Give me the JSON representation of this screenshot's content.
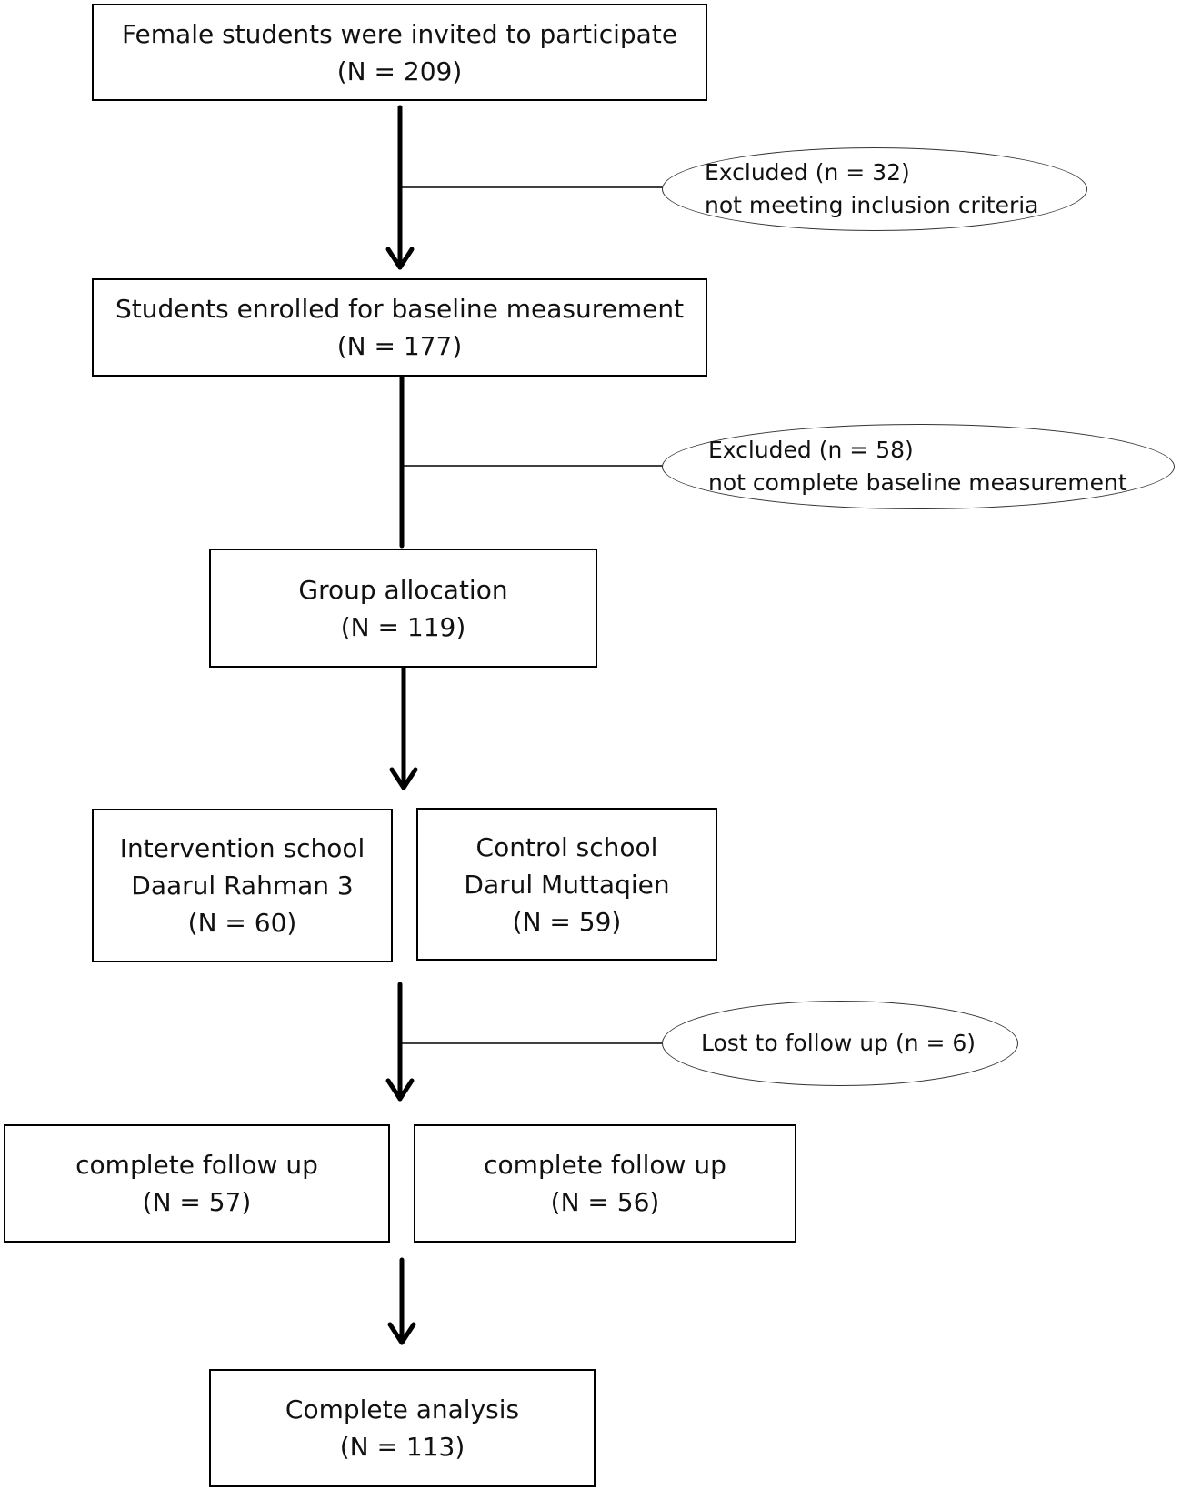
{
  "diagram": {
    "invited": {
      "line1": "Female students were invited to participate",
      "line2": "(N = 209)"
    },
    "excluded1": {
      "line1": "Excluded (n = 32)",
      "line2": "not meeting inclusion criteria"
    },
    "enrolled": {
      "line1": "Students enrolled for baseline measurement",
      "line2": "(N = 177)"
    },
    "excluded2": {
      "line1": "Excluded (n = 58)",
      "line2": "not complete baseline measurement"
    },
    "allocation": {
      "line1": "Group allocation",
      "line2": "(N = 119)"
    },
    "intervention": {
      "line1": "Intervention school",
      "line2": "Daarul Rahman 3",
      "line3": "(N = 60)"
    },
    "control": {
      "line1": "Control school",
      "line2": "Darul Muttaqien",
      "line3": "(N = 59)"
    },
    "lost": {
      "line1": "Lost to follow up (n = 6)"
    },
    "followup_intervention": {
      "line1": "complete follow up",
      "line2": "(N = 57)"
    },
    "followup_control": {
      "line1": "complete follow up",
      "line2": "(N = 56)"
    },
    "analysis": {
      "line1": "Complete analysis",
      "line2": "(N = 113)"
    }
  }
}
